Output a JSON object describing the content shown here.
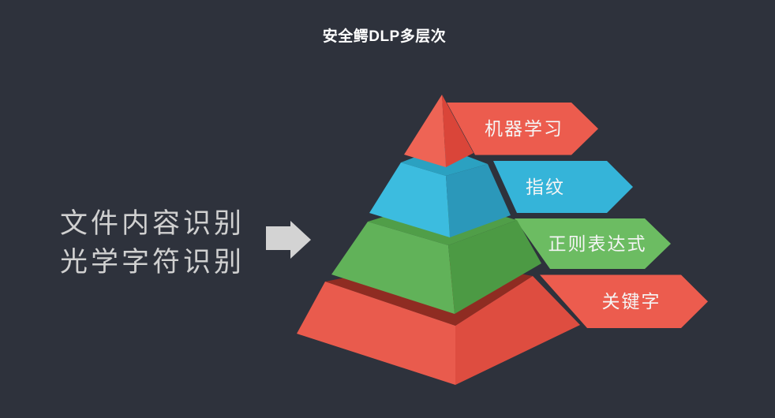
{
  "title": "安全鳄DLP多层次",
  "left_note": {
    "line1": "文件内容识别",
    "line2": "光学字符识别"
  },
  "arrow_icon": "right-block-arrow",
  "banners": [
    {
      "label": "机器学习"
    },
    {
      "label": "指纹"
    },
    {
      "label": "正则表达式"
    },
    {
      "label": "关键字"
    }
  ],
  "pyramid_tiers": [
    {
      "name": "tier-1-top",
      "label": "机器学习"
    },
    {
      "name": "tier-2",
      "label": "指纹"
    },
    {
      "name": "tier-3",
      "label": "正则表达式"
    },
    {
      "name": "tier-4-bottom",
      "label": "关键字"
    }
  ],
  "colors": {
    "background": "#2e323c",
    "title": "#ffffff",
    "note_text": "#d0d0d0",
    "arrow": "#d3d3d3",
    "banner_label": "#f5f5f5",
    "red_banner": "#ec5c4e",
    "red_apex_left": "#ee6455",
    "red_apex_right": "#da4539",
    "red_base_left": "#e95b4d",
    "red_base_right": "#de4d40",
    "red_base_rim": "#8f2c22",
    "blue_banner": "#35b4d9",
    "blue_left": "#3cbcdf",
    "blue_right": "#2b98ba",
    "blue_top": "#2ba1c1",
    "green_banner": "#6cbc62",
    "green_left": "#61b259",
    "green_right": "#4c9a44",
    "green_top": "#509e48"
  }
}
